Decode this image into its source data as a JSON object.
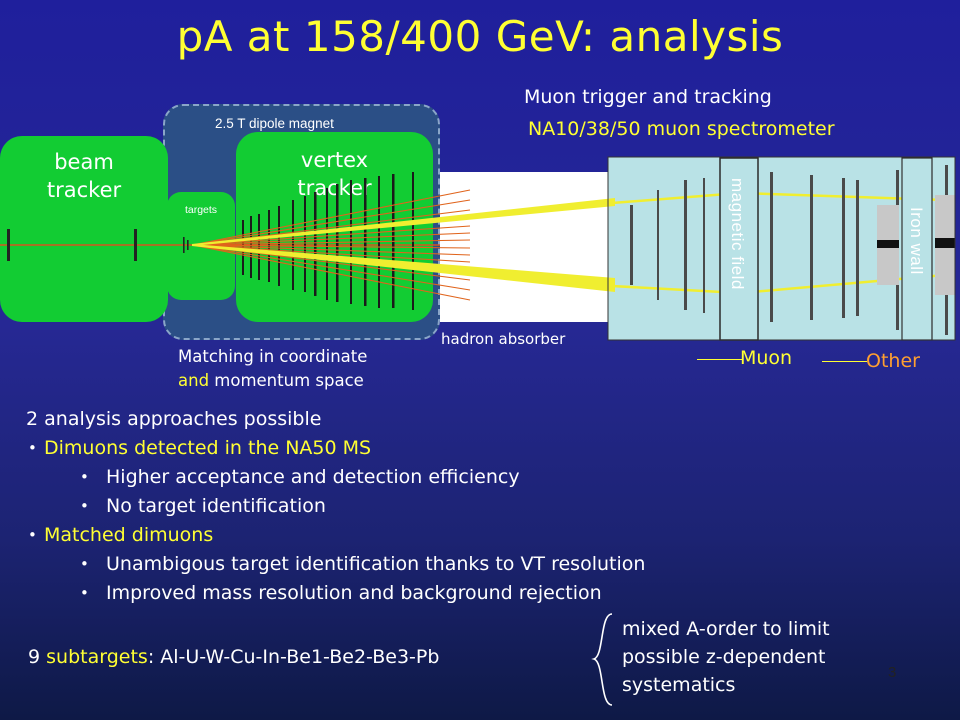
{
  "title": "pA at 158/400 GeV: analysis",
  "diagram": {
    "magnet_label": "2.5 T dipole magnet",
    "beam_tracker_label": [
      "beam",
      "tracker"
    ],
    "vertex_tracker_label": [
      "vertex",
      "tracker"
    ],
    "targets_label": "targets",
    "muon_trigger_label": "Muon trigger and tracking",
    "spectrometer_label": "NA10/38/50 muon spectrometer",
    "hadron_absorber_label": "hadron absorber",
    "magnetic_field_label": "magnetic field",
    "iron_wall_label": "Iron wall",
    "matching_line1": "Matching in coordinate",
    "matching_and": "and",
    "matching_line2_rest": " momentum space",
    "legend": {
      "muon": "Muon",
      "other": "Other"
    }
  },
  "bullets": {
    "intro": "2 analysis approaches possible",
    "approach1": "Dimuons detected in the NA50 MS",
    "approach1_points": [
      "Higher acceptance and detection efficiency",
      "No target identification"
    ],
    "approach2": "Matched dimuons",
    "approach2_points": [
      "Unambigous target identification thanks to VT resolution",
      "Improved mass resolution and background rejection"
    ]
  },
  "subtargets": {
    "count": "9",
    "word": "subtargets",
    "list": ": Al-U-W-Cu-In-Be1-Be2-Be3-Pb",
    "note": [
      "mixed A-order to limit",
      "possible z-dependent",
      "systematics"
    ]
  },
  "page_number": "3",
  "colors": {
    "accent": "#ffff33",
    "tracker": "#12cc33",
    "other_legend": "#ffa030",
    "track_muon": "#f0ee30",
    "track_other": "#e0641c"
  }
}
